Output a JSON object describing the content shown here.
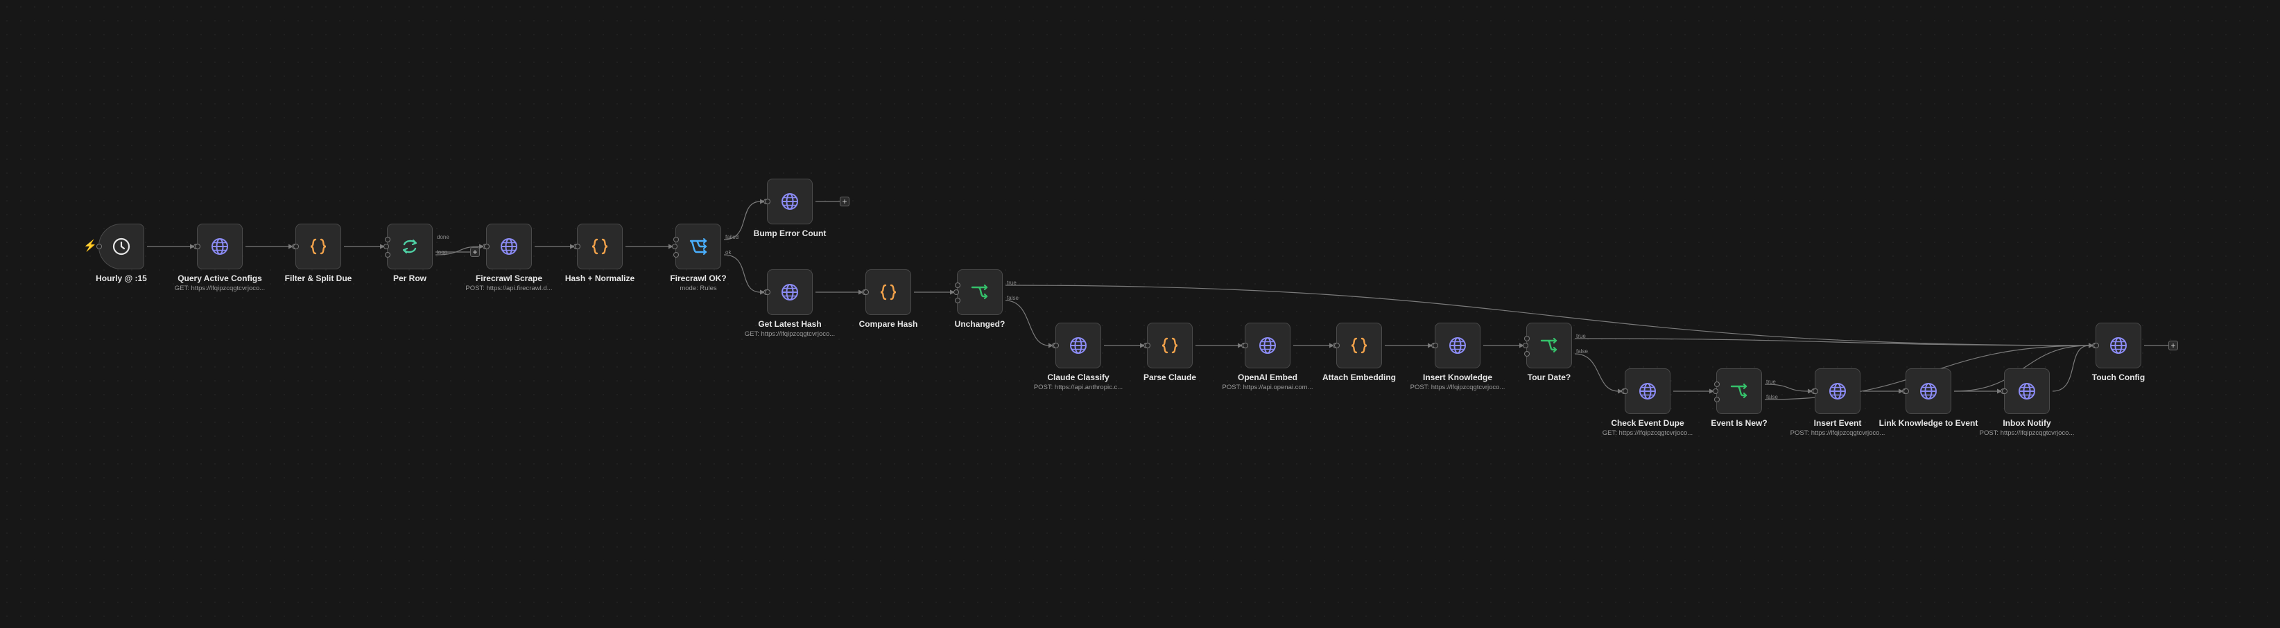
{
  "nodes": [
    {
      "id": "hourly",
      "label": "Hourly @ :15",
      "sub": "",
      "icon": "clock-icon",
      "trigger": true
    },
    {
      "id": "query-active-configs",
      "label": "Query Active Configs",
      "sub": "GET: https://lfqipzcqgtcvrjoco...",
      "icon": "globe-icon"
    },
    {
      "id": "filter-split-due",
      "label": "Filter & Split Due",
      "sub": "",
      "icon": "code-icon"
    },
    {
      "id": "per-row",
      "label": "Per Row",
      "sub": "",
      "icon": "loop-icon",
      "branches": [
        "done",
        "loop"
      ],
      "plus2": true
    },
    {
      "id": "firecrawl-scrape",
      "label": "Firecrawl Scrape",
      "sub": "POST: https://api.firecrawl.d...",
      "icon": "globe-icon"
    },
    {
      "id": "hash-normalize",
      "label": "Hash + Normalize",
      "sub": "",
      "icon": "code-icon"
    },
    {
      "id": "firecrawl-ok",
      "label": "Firecrawl OK?",
      "sub": "mode: Rules",
      "icon": "switch-icon",
      "branches": [
        "failed",
        "ok"
      ]
    },
    {
      "id": "bump-error-count",
      "label": "Bump Error Count",
      "sub": "",
      "icon": "globe-icon",
      "plusOut": true
    },
    {
      "id": "get-latest-hash",
      "label": "Get Latest Hash",
      "sub": "GET: https://lfqipzcqgtcvrjoco...",
      "icon": "globe-icon"
    },
    {
      "id": "compare-hash",
      "label": "Compare Hash",
      "sub": "",
      "icon": "code-icon"
    },
    {
      "id": "unchanged",
      "label": "Unchanged?",
      "sub": "",
      "icon": "if-icon",
      "branches": [
        "true",
        "false"
      ]
    },
    {
      "id": "claude-classify",
      "label": "Claude Classify",
      "sub": "POST: https://api.anthropic.c...",
      "icon": "globe-icon"
    },
    {
      "id": "parse-claude",
      "label": "Parse Claude",
      "sub": "",
      "icon": "code-icon"
    },
    {
      "id": "openai-embed",
      "label": "OpenAI Embed",
      "sub": "POST: https://api.openai.com...",
      "icon": "globe-icon"
    },
    {
      "id": "attach-embedding",
      "label": "Attach Embedding",
      "sub": "",
      "icon": "code-icon"
    },
    {
      "id": "insert-knowledge",
      "label": "Insert Knowledge",
      "sub": "POST: https://lfqipzcqgtcvrjoco...",
      "icon": "globe-icon"
    },
    {
      "id": "tour-date",
      "label": "Tour Date?",
      "sub": "",
      "icon": "if-icon",
      "branches": [
        "true",
        "false"
      ]
    },
    {
      "id": "check-event-dupe",
      "label": "Check Event Dupe",
      "sub": "GET: https://lfqipzcqgtcvrjoco...",
      "icon": "globe-icon"
    },
    {
      "id": "event-is-new",
      "label": "Event Is New?",
      "sub": "",
      "icon": "if-icon",
      "branches": [
        "true",
        "false"
      ]
    },
    {
      "id": "insert-event",
      "label": "Insert Event",
      "sub": "POST: https://lfqipzcqgtcvrjoco...",
      "icon": "globe-icon"
    },
    {
      "id": "link-knowledge-event",
      "label": "Link Knowledge to Event",
      "sub": "",
      "icon": "globe-icon"
    },
    {
      "id": "inbox-notify",
      "label": "Inbox Notify",
      "sub": "POST: https://lfqipzcqgtcvrjoco...",
      "icon": "globe-icon"
    },
    {
      "id": "touch-config",
      "label": "Touch Config",
      "sub": "",
      "icon": "globe-icon",
      "plusOut": true
    }
  ],
  "edges": [
    [
      "hourly",
      0,
      "query-active-configs"
    ],
    [
      "query-active-configs",
      0,
      "filter-split-due"
    ],
    [
      "filter-split-due",
      0,
      "per-row"
    ],
    [
      "per-row",
      1,
      "firecrawl-scrape"
    ],
    [
      "firecrawl-scrape",
      0,
      "hash-normalize"
    ],
    [
      "hash-normalize",
      0,
      "firecrawl-ok"
    ],
    [
      "firecrawl-ok",
      0,
      "bump-error-count"
    ],
    [
      "firecrawl-ok",
      1,
      "get-latest-hash"
    ],
    [
      "get-latest-hash",
      0,
      "compare-hash"
    ],
    [
      "compare-hash",
      0,
      "unchanged"
    ],
    [
      "unchanged",
      0,
      "touch-config"
    ],
    [
      "unchanged",
      1,
      "claude-classify"
    ],
    [
      "claude-classify",
      0,
      "parse-claude"
    ],
    [
      "parse-claude",
      0,
      "openai-embed"
    ],
    [
      "openai-embed",
      0,
      "attach-embedding"
    ],
    [
      "attach-embedding",
      0,
      "insert-knowledge"
    ],
    [
      "insert-knowledge",
      0,
      "tour-date"
    ],
    [
      "tour-date",
      0,
      "touch-config"
    ],
    [
      "tour-date",
      1,
      "check-event-dupe"
    ],
    [
      "check-event-dupe",
      0,
      "event-is-new"
    ],
    [
      "event-is-new",
      0,
      "insert-event"
    ],
    [
      "event-is-new",
      1,
      "touch-config"
    ],
    [
      "insert-event",
      0,
      "link-knowledge-event"
    ],
    [
      "link-knowledge-event",
      0,
      "inbox-notify"
    ],
    [
      "link-knowledge-event",
      0,
      "touch-config"
    ],
    [
      "inbox-notify",
      0,
      "touch-config"
    ]
  ],
  "colors": {
    "globe": "#8c8cf5",
    "code": "#f2a24b",
    "loop": "#4fd1a5",
    "switch": "#4ab0ff",
    "if": "#35c06a",
    "trigger": "#ff6d3a",
    "edge": "#7a7a7a"
  }
}
